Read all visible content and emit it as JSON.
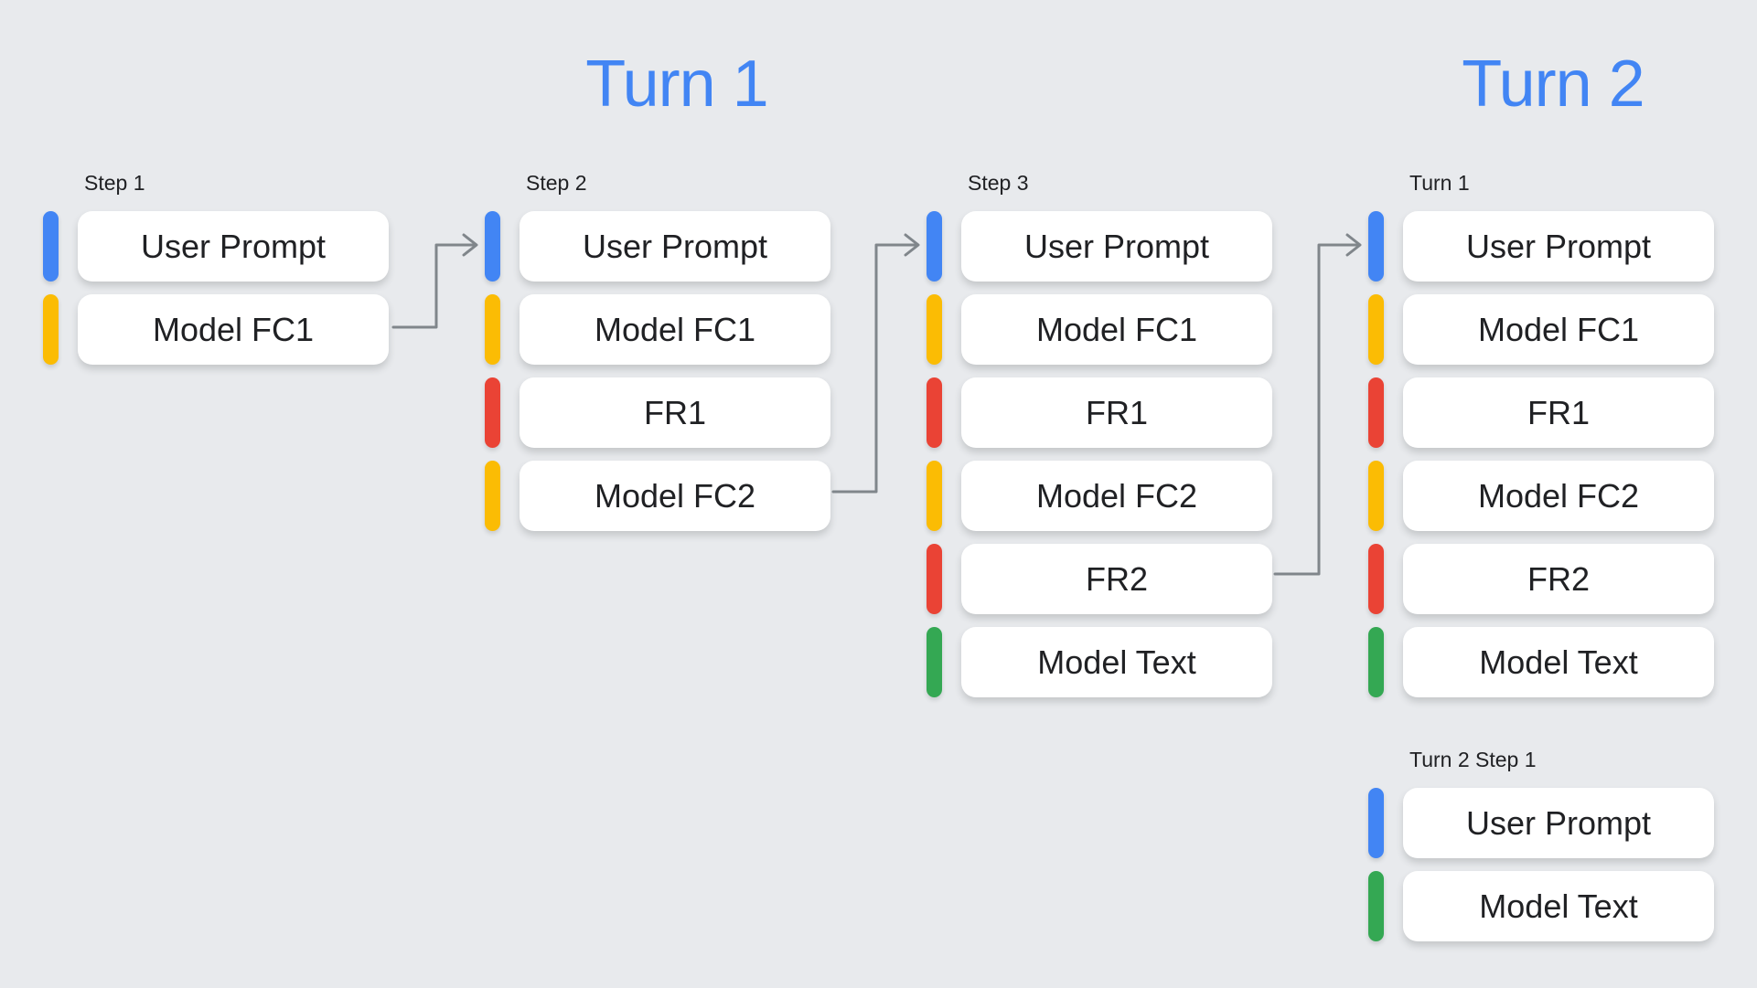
{
  "background": "#E8EAED",
  "title_color": "#4285F4",
  "text_color": "#202124",
  "connector_color": "#80868B",
  "palette": {
    "blue": "#4285F4",
    "yellow": "#FBBC04",
    "red": "#EA4335",
    "green": "#34A853"
  },
  "titles": {
    "turn1": "Turn 1",
    "turn2": "Turn 2"
  },
  "columns": [
    {
      "label": "Step 1",
      "rows": [
        {
          "text": "User Prompt",
          "bar_color": "#4285F4"
        },
        {
          "text": "Model FC1",
          "bar_color": "#FBBC04"
        }
      ]
    },
    {
      "label": "Step 2",
      "rows": [
        {
          "text": "User Prompt",
          "bar_color": "#4285F4"
        },
        {
          "text": "Model FC1",
          "bar_color": "#FBBC04"
        },
        {
          "text": "FR1",
          "bar_color": "#EA4335"
        },
        {
          "text": "Model FC2",
          "bar_color": "#FBBC04"
        }
      ]
    },
    {
      "label": "Step 3",
      "rows": [
        {
          "text": "User Prompt",
          "bar_color": "#4285F4"
        },
        {
          "text": "Model FC1",
          "bar_color": "#FBBC04"
        },
        {
          "text": "FR1",
          "bar_color": "#EA4335"
        },
        {
          "text": "Model FC2",
          "bar_color": "#FBBC04"
        },
        {
          "text": "FR2",
          "bar_color": "#EA4335"
        },
        {
          "text": "Model Text",
          "bar_color": "#34A853"
        }
      ]
    },
    {
      "label": "Turn 1",
      "rows": [
        {
          "text": "User Prompt",
          "bar_color": "#4285F4"
        },
        {
          "text": "Model FC1",
          "bar_color": "#FBBC04"
        },
        {
          "text": "FR1",
          "bar_color": "#EA4335"
        },
        {
          "text": "Model FC2",
          "bar_color": "#FBBC04"
        },
        {
          "text": "FR2",
          "bar_color": "#EA4335"
        },
        {
          "text": "Model Text",
          "bar_color": "#34A853"
        }
      ]
    },
    {
      "label": "Turn 2 Step 1",
      "rows": [
        {
          "text": "User Prompt",
          "bar_color": "#4285F4"
        },
        {
          "text": "Model Text",
          "bar_color": "#34A853"
        }
      ]
    }
  ]
}
